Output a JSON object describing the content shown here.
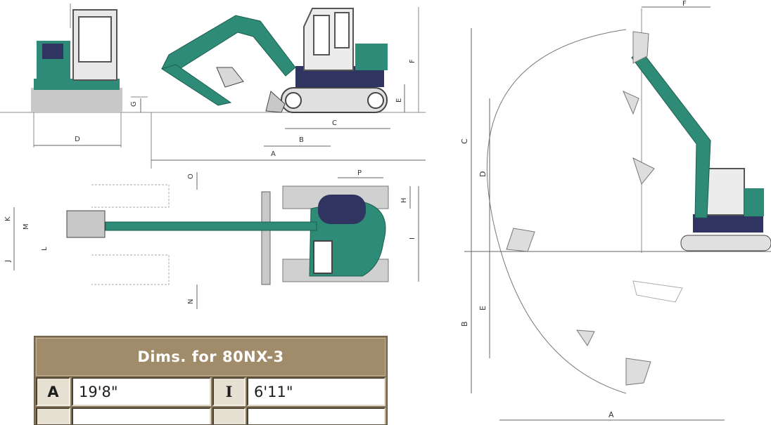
{
  "diagrams": {
    "side_view_labels": {
      "D": "D",
      "G": "G",
      "A": "A",
      "B": "B",
      "C": "C",
      "E": "E",
      "F": "F"
    },
    "top_view_labels": {
      "O": "O",
      "P": "P",
      "H": "H",
      "I": "I",
      "K": "K",
      "M": "M",
      "L": "L",
      "J": "J",
      "N": "N"
    },
    "range_diagram_labels": {
      "F": "F",
      "C": "C",
      "D": "D",
      "B": "B",
      "E": "E",
      "A": "A"
    }
  },
  "spec_table": {
    "title": "Dims. for 80NX-3",
    "rows": [
      {
        "left_letter": "A",
        "left_value": "19'8\"",
        "right_letter": "I",
        "right_value": "6'11\""
      },
      {
        "left_letter": "",
        "left_value": "",
        "right_letter": "",
        "right_value": ""
      }
    ]
  },
  "colors": {
    "machine_teal": "#2e8b78",
    "machine_navy": "#2f3560",
    "table_header": "#a08c6a",
    "table_frame": "#8a7a5e",
    "ground_gray": "#c8c8c8"
  }
}
